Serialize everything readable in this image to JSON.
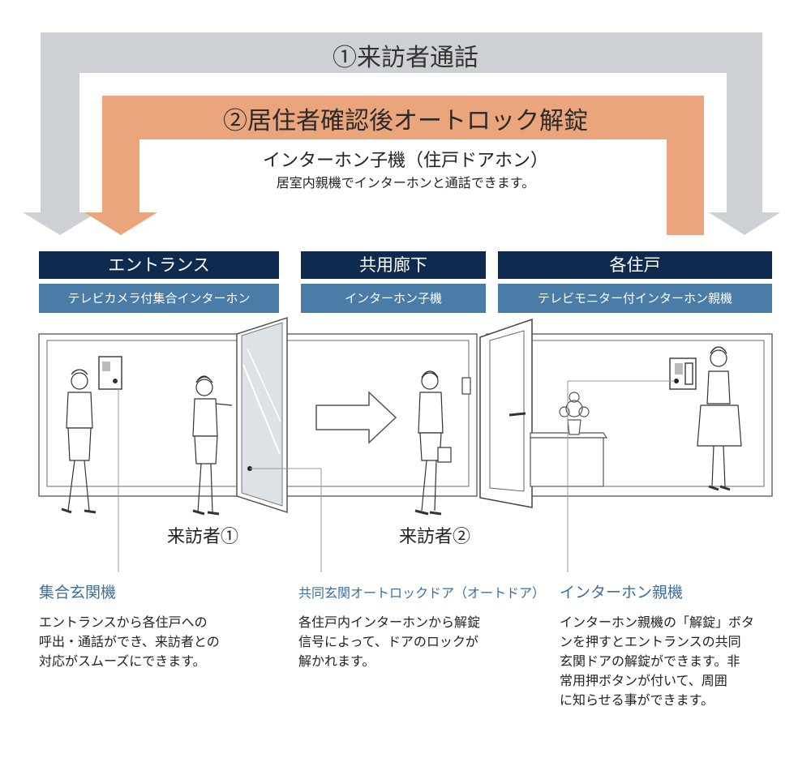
{
  "flows": {
    "visitor_call": "①来訪者通話",
    "unlock": "②居住者確認後オートロック解錠"
  },
  "unit_phone": {
    "title": "インターホン子機（住戸ドアホン）",
    "desc": "居室内親機でインターホンと通話できます。"
  },
  "zones": [
    {
      "header": "エントランス",
      "sub": "テレビカメラ付集合インターホン"
    },
    {
      "header": "共用廊下",
      "sub": "インターホン子機"
    },
    {
      "header": "各住戸",
      "sub": "テレビモニター付インターホン親機"
    }
  ],
  "visitors": [
    "来訪者①",
    "来訪者②"
  ],
  "captions": [
    {
      "title": "集合玄関機",
      "body": "エントランスから各住戸への\n呼出・通話ができ、来訪者との\n対応がスムーズにできます。"
    },
    {
      "title": "共同玄関オートロックドア（オートドア）",
      "body": "各住戸内インターホンから解錠\n信号によって、ドアのロックが\n解かれます。"
    },
    {
      "title": "インターホン親機",
      "body": "インターホン親機の「解錠」ボタ\nンを押すとエントランスの共同\n玄関ドアの解錠ができます。非\n常用押ボタンが付いて、周囲\nに知らせる事ができます。"
    }
  ],
  "colors": {
    "gray_arrow": "#cdd0d5",
    "orange_arrow": "#eba57d",
    "navy": "#0f2a4f",
    "steel_blue": "#4a7ca8",
    "caption_blue": "#3b6f9e"
  }
}
